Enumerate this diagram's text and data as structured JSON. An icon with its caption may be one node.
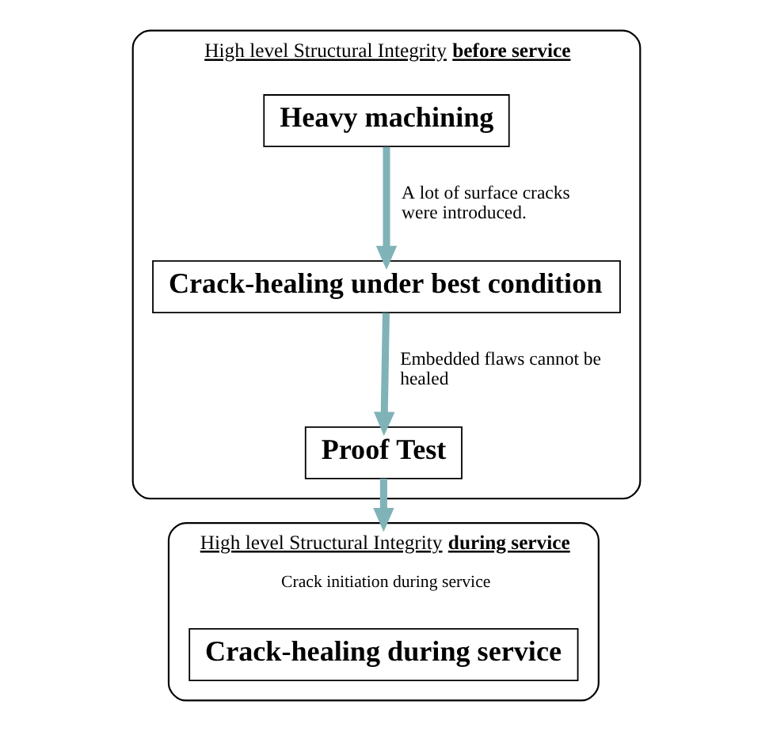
{
  "diagram": {
    "nodes": [
      {
        "text": [
          "High level Structural Integrity **before service**"
        ]
      },
      {
        "text": [
          "Heavy machining"
        ],
        "in": 0
      },
      {
        "text": [
          "Crack-healing under best condition"
        ],
        "in": 0
      },
      {
        "text": [
          "Proof Test"
        ],
        "in": 0
      },
      {
        "text": [
          "High level Structural Integrity **during service**",
          "Crack initiation during service"
        ]
      },
      {
        "text": [
          "Crack-healing during service"
        ],
        "in": 4
      }
    ],
    "edges": [
      {
        "from": 1,
        "to": 2,
        "arrow": "to",
        "label": "A lot of surface cracks were introduced."
      },
      {
        "from": 2,
        "to": 3,
        "arrow": "to",
        "label": "Embedded flaws cannot be healed"
      },
      {
        "from": 3,
        "to": 4,
        "arrow": "to"
      }
    ]
  }
}
